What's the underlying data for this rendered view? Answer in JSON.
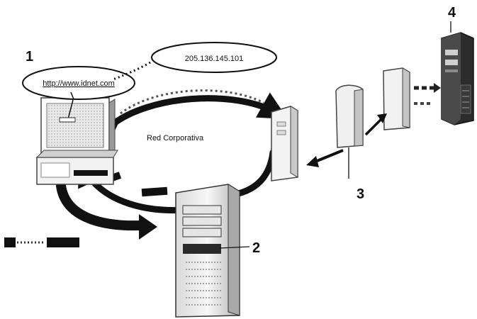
{
  "labels": {
    "n1": "1",
    "n2": "2",
    "n3": "3",
    "n4": "4"
  },
  "url_bubble": "http://www.idnet.com",
  "ip_bubble": "205.136.145.101",
  "network_label": "Red Corporativa",
  "colors": {
    "ink": "#111111",
    "screen": "#e8e8e8",
    "case_light": "#f2f2f2",
    "case_mid": "#bdbdbd",
    "case_dark": "#3a3a3a"
  }
}
